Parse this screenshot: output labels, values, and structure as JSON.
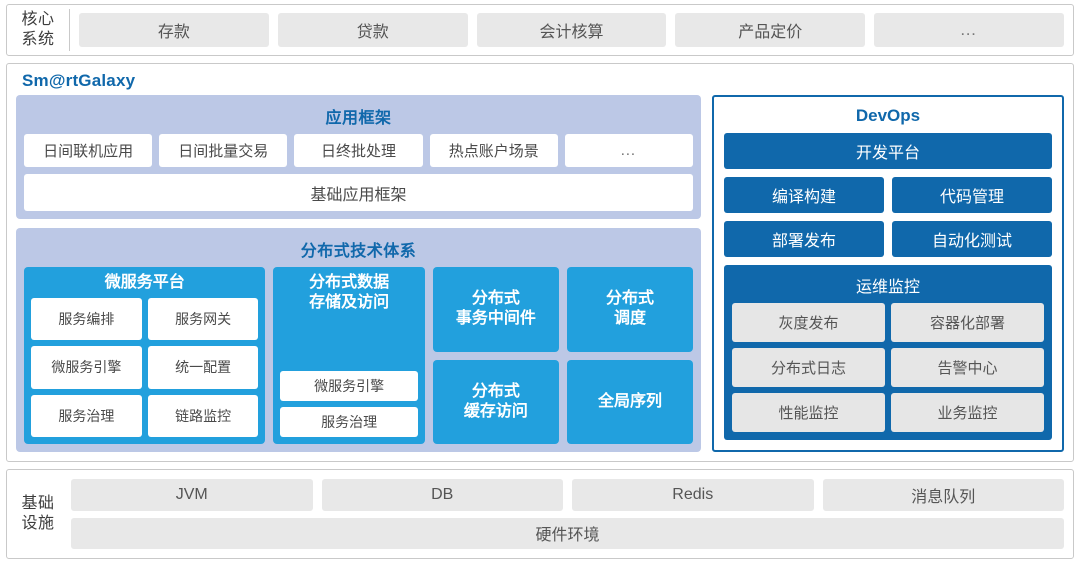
{
  "core_system": {
    "label_line1": "核心",
    "label_line2": "系统",
    "items": [
      {
        "label": "存款"
      },
      {
        "label": "贷款"
      },
      {
        "label": "会计核算"
      },
      {
        "label": "产品定价"
      },
      {
        "label": "…"
      }
    ]
  },
  "platform": {
    "brand": "Sm@rtGalaxy",
    "app_framework": {
      "title": "应用框架",
      "scenarios": [
        {
          "label": "日间联机应用"
        },
        {
          "label": "日间批量交易"
        },
        {
          "label": "日终批处理"
        },
        {
          "label": "热点账户场景"
        },
        {
          "label": "…"
        }
      ],
      "base": "基础应用框架"
    },
    "distributed": {
      "title": "分布式技术体系",
      "microservice": {
        "title": "微服务平台",
        "items": [
          {
            "label": "服务编排"
          },
          {
            "label": "服务网关"
          },
          {
            "label": "微服务引擎"
          },
          {
            "label": "统一配置"
          },
          {
            "label": "服务治理"
          },
          {
            "label": "链路监控"
          }
        ]
      },
      "data_store": {
        "title": "分布式数据\n存储及访问",
        "title_line1": "分布式数据",
        "title_line2": "存储及访问",
        "items": [
          {
            "label": "微服务引擎"
          },
          {
            "label": "服务治理"
          }
        ]
      },
      "column3": [
        {
          "line1": "分布式",
          "line2": "事务中间件"
        },
        {
          "line1": "分布式",
          "line2": "缓存访问"
        }
      ],
      "column4": [
        {
          "line1": "分布式",
          "line2": "调度"
        },
        {
          "line1": "全局序列",
          "line2": ""
        }
      ]
    }
  },
  "devops": {
    "title": "DevOps",
    "platform_label": "开发平台",
    "tools": [
      {
        "label": "编译构建"
      },
      {
        "label": "代码管理"
      },
      {
        "label": "部署发布"
      },
      {
        "label": "自动化测试"
      }
    ],
    "monitoring": {
      "title": "运维监控",
      "items": [
        {
          "label": "灰度发布"
        },
        {
          "label": "容器化部署"
        },
        {
          "label": "分布式日志"
        },
        {
          "label": "告警中心"
        },
        {
          "label": "性能监控"
        },
        {
          "label": "业务监控"
        }
      ]
    }
  },
  "infrastructure": {
    "label_line1": "基础",
    "label_line2": "设施",
    "items": [
      {
        "label": "JVM"
      },
      {
        "label": "DB"
      },
      {
        "label": "Redis"
      },
      {
        "label": "消息队列"
      }
    ],
    "hardware": "硬件环境"
  },
  "colors": {
    "brand_blue": "#1068ab",
    "bright_blue": "#22a0dd",
    "panel_lavender": "#bcc8e6",
    "chip_gray": "#e8e8e8",
    "frame_gray": "#c9c9c9"
  }
}
